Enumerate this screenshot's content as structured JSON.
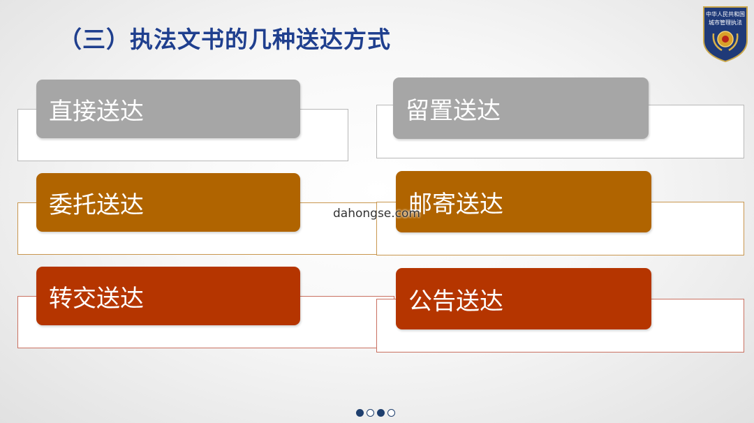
{
  "slide": {
    "title": "（三）执法文书的几种送达方式",
    "watermark": "dahongse.com"
  },
  "badge": {
    "top_text": "中华人民共和国",
    "middle_text": "城市管理执法"
  },
  "methods": [
    {
      "label": "直接送达",
      "color": "#a6a6a6"
    },
    {
      "label": "留置送达",
      "color": "#a6a6a6"
    },
    {
      "label": "委托送达",
      "color": "#b06400"
    },
    {
      "label": "邮寄送达",
      "color": "#b06400"
    },
    {
      "label": "转交送达",
      "color": "#b53500"
    },
    {
      "label": "公告送达",
      "color": "#b53500"
    }
  ],
  "pagination": {
    "dots": [
      {
        "state": "filled"
      },
      {
        "state": "empty"
      },
      {
        "state": "filled"
      },
      {
        "state": "empty"
      }
    ]
  }
}
